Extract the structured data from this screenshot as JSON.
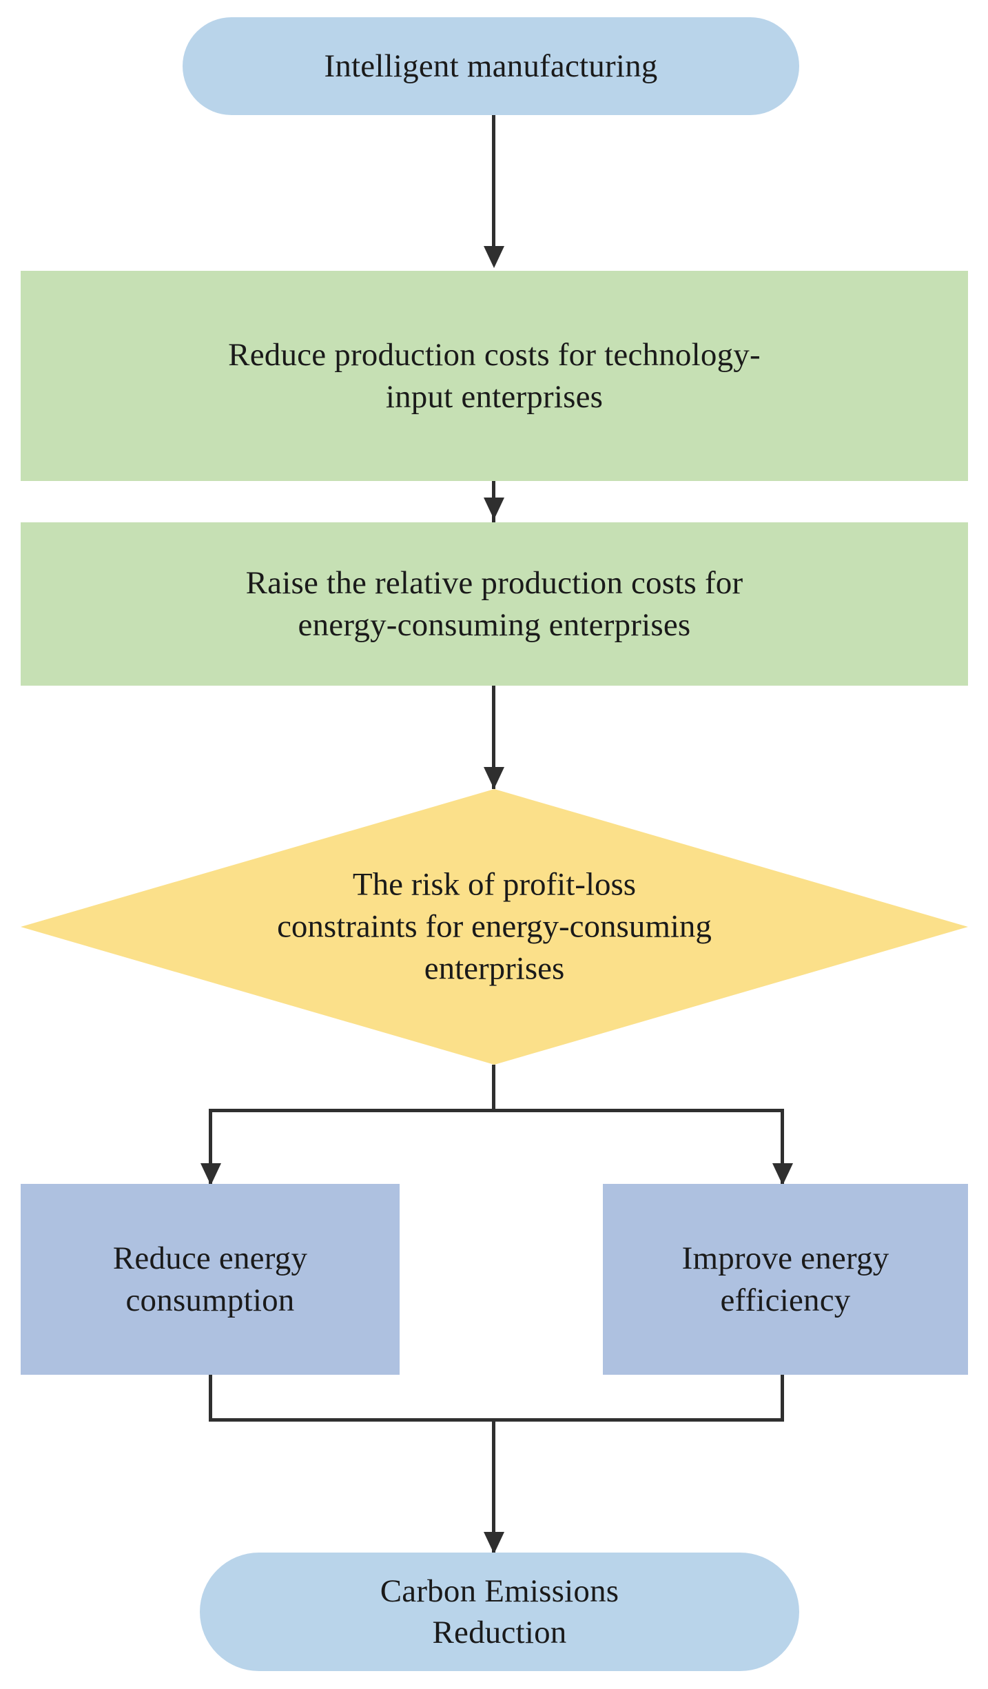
{
  "diagram": {
    "title": "Intelligent manufacturing carbon emissions reduction mechanism flowchart",
    "background_color": "#ffffff",
    "connector_color": "#2f2f2f",
    "text_color": "#1a1a1a",
    "palette": {
      "terminator_blue": "#b9d4ea",
      "process_green": "#c6e0b4",
      "decision_yellow": "#fbe08a",
      "subprocess_blue": "#aec1e0"
    },
    "nodes": {
      "start": {
        "label": "Intelligent manufacturing",
        "shape": "rounded-rectangle",
        "color": "#b9d4ea"
      },
      "green_1": {
        "label": "Reduce production costs for technology-\ninput enterprises",
        "shape": "rectangle",
        "color": "#c6e0b4"
      },
      "green_2": {
        "label": "Raise the relative production costs for\nenergy-consuming enterprises",
        "shape": "rectangle",
        "color": "#c6e0b4"
      },
      "decision": {
        "label": "The risk of profit-loss\nconstraints for energy-consuming\nenterprises",
        "shape": "diamond",
        "color": "#fbe08a"
      },
      "blue_left": {
        "label": "Reduce energy\nconsumption",
        "shape": "rectangle",
        "color": "#aec1e0"
      },
      "blue_right": {
        "label": "Improve energy\nefficiency",
        "shape": "rectangle",
        "color": "#aec1e0"
      },
      "end": {
        "label": "Carbon Emissions\nReduction",
        "shape": "rounded-rectangle",
        "color": "#b9d4ea"
      }
    },
    "edges": [
      {
        "from": "start",
        "to": "green_1",
        "type": "straight-arrow"
      },
      {
        "from": "green_1",
        "to": "green_2",
        "type": "straight-arrow"
      },
      {
        "from": "green_2",
        "to": "decision",
        "type": "straight-arrow"
      },
      {
        "from": "decision",
        "to": "blue_left",
        "type": "fork-arrow"
      },
      {
        "from": "decision",
        "to": "blue_right",
        "type": "fork-arrow"
      },
      {
        "from": "blue_left",
        "to": "end",
        "type": "merge-arrow"
      },
      {
        "from": "blue_right",
        "to": "end",
        "type": "merge-arrow"
      }
    ]
  }
}
